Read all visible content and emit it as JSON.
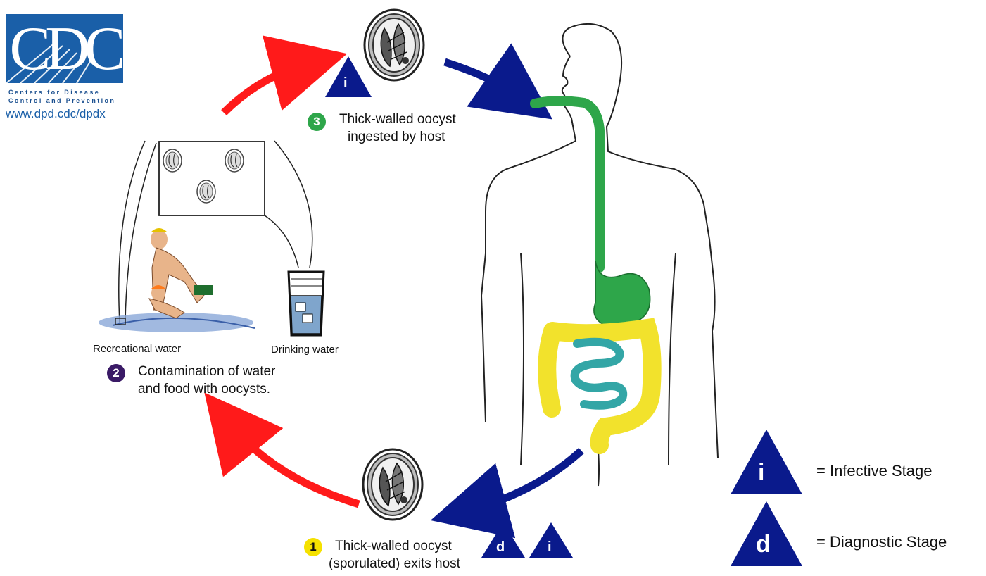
{
  "logo": {
    "letters": "CDC",
    "org_line1": "Centers for Disease",
    "org_line2": "Control and Prevention",
    "url": "www.dpd.cdc/dpdx"
  },
  "steps": [
    {
      "number": "1",
      "line1": "Thick-walled oocyst",
      "line2": "(sporulated) exits host",
      "color": "#f5e100"
    },
    {
      "number": "2",
      "line1": "Contamination of water",
      "line2": "and food with oocysts.",
      "color": "#3a1a66"
    },
    {
      "number": "3",
      "line1": "Thick-walled oocyst",
      "line2": "ingested by host",
      "color": "#2ea64a"
    }
  ],
  "labels": {
    "recreational": "Recreational water",
    "drinking": "Drinking water"
  },
  "stage_markers": {
    "infective_letter": "i",
    "diagnostic_letter": "d"
  },
  "legend": [
    {
      "letter": "i",
      "text": "= Infective Stage"
    },
    {
      "letter": "d",
      "text": "= Diagnostic Stage"
    }
  ],
  "colors": {
    "arrow_red": "#ff1a1a",
    "arrow_blue": "#0a1a8c",
    "triangle": "#0a1a8c",
    "esophagus_stomach": "#2ea64a",
    "small_intestine": "#33a6a6",
    "large_intestine": "#f2e22c"
  }
}
